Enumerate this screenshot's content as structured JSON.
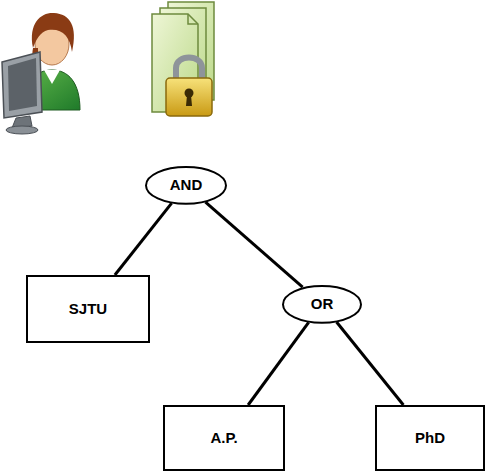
{
  "diagram": {
    "nodes": [
      {
        "text": [
          "AND"
        ]
      },
      {
        "text": [
          "SJTU"
        ]
      },
      {
        "text": [
          "OR"
        ]
      },
      {
        "text": [
          "A.P."
        ]
      },
      {
        "text": [
          "PhD"
        ]
      }
    ],
    "edges": [
      {
        "from": 0,
        "to": 1,
        "arrow": "none"
      },
      {
        "from": 0,
        "to": 2,
        "arrow": "none"
      },
      {
        "from": 2,
        "to": 3,
        "arrow": "none"
      },
      {
        "from": 2,
        "to": 4,
        "arrow": "none"
      }
    ]
  }
}
